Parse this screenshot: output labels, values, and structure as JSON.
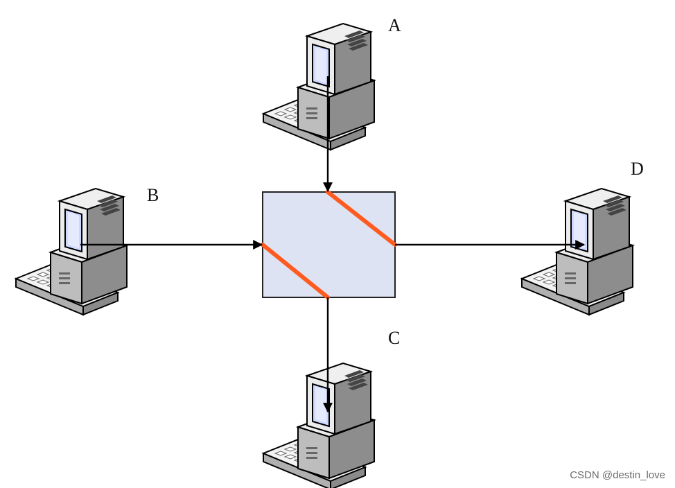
{
  "labels": {
    "a": "A",
    "b": "B",
    "c": "C",
    "d": "D"
  },
  "watermark": "CSDN @destin_love",
  "colors": {
    "switch_fill": "#dde3f2",
    "switch_border": "#222222",
    "crosspoint": "#ff5a1f",
    "line": "#000000",
    "computer_light": "#eeeeee",
    "computer_mid": "#c9c9c9",
    "computer_dark": "#8a8a8a",
    "screen": "#cdd8ff"
  },
  "icons": {
    "computer": "desktop-computer-icon"
  }
}
